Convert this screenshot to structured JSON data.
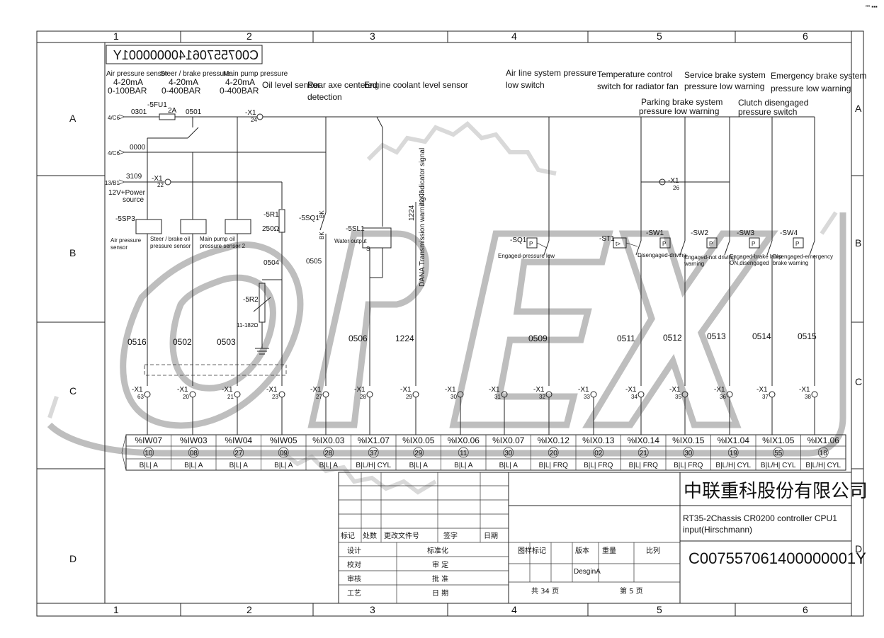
{
  "corner_mark": "ᵒᵒ ▪▪▪",
  "columns": [
    "1",
    "2",
    "3",
    "4",
    "5",
    "6"
  ],
  "rows": [
    "A",
    "B",
    "C",
    "D"
  ],
  "drawing_code_mirrored": "C007557061400000001Y",
  "sensors_top": {
    "air_pressure": "Air pressure sensor",
    "steer_brake": "Steer / brake pressure",
    "main_pump": "Main pump pressure",
    "range_ma_1": "4-20mA",
    "range_ma_2": "4-20mA",
    "range_ma_3": "4-20mA",
    "range_bar_1": "0-100BAR",
    "range_bar_2": "0-400BAR",
    "range_bar_3": "0-400BAR",
    "oil_level": "Oil level sensor",
    "rear_axle_1": "Rear axe centered",
    "rear_axle_2": "detection",
    "coolant": "Engine coolant level sensor",
    "air_line_1": "Air line system pressure",
    "air_line_2": "low switch",
    "temp_1": "Temperature control",
    "temp_2": "switch for radiator fan",
    "service_1": "Service brake system",
    "service_2": "pressure low warning",
    "emergency_1": "Emergency brake system",
    "emergency_2": "pressure low warning",
    "parking_1": "Parking brake system",
    "parking_2": "pressure low warning",
    "clutch_1": "Clutch disengaged",
    "clutch_2": "pressure switch"
  },
  "wires": {
    "w4c6a": "4/C6",
    "w0301": "0301",
    "fu": "-5FU1",
    "fu_rating": "2A",
    "w0501": "0501",
    "x1": "-X1",
    "x1_24": "24",
    "w4c6b": "4/C6",
    "w0000": "0000",
    "w13b": "13/B1",
    "w3109": "3109",
    "x1_22": "22",
    "power_1": "12V+Power",
    "power_2": "source",
    "x1_26": "26"
  },
  "components": {
    "ssp3": "-5SP3",
    "air_sensor_1": "Air pressure",
    "air_sensor_2": "sensor",
    "steer_sensor_1": "Steer / brake oil",
    "steer_sensor_2": "pressure sensor",
    "pump_sensor_1": "Main pump oil",
    "pump_sensor_2": "pressure sensor 2",
    "r1": "-5R1",
    "r1_val": "250Ω",
    "sq1": "-5SQ1",
    "bk1": "BK",
    "bk2": "BK",
    "sl1": "-5SL1",
    "water": "Water output",
    "s_label": "S",
    "w1224": "1224",
    "dana_1": "DANA Transmission warning indicator signal",
    "dana_2": "12/C5",
    "w0504": "0504",
    "w0505": "0505",
    "r2": "-5R2",
    "r2_val": "11-182Ω",
    "sq1b": "-SQ1",
    "engaged_low": "Engaged-pressure low",
    "st1": "-ST1",
    "sw1": "-SW1",
    "sw2": "-SW2",
    "sw3": "-SW3",
    "sw4": "-SW4",
    "sw1_desc": "Disengaged-driving",
    "sw2_desc_1": "Engaged-not driving",
    "sw2_desc_2": "warning",
    "sw3_desc_1": "Engaged-brake lamp",
    "sw3_desc_2": "ON,disengaged",
    "sw4_desc_1": "Disengaged-emergency",
    "sw4_desc_2": "brake warning",
    "p": "P",
    "t": "t>"
  },
  "line_numbers": [
    {
      "id": "ln-0516",
      "text": "0516"
    },
    {
      "id": "ln-0502",
      "text": "0502"
    },
    {
      "id": "ln-0503",
      "text": "0503"
    },
    {
      "id": "ln-0506",
      "text": "0506"
    },
    {
      "id": "ln-1224",
      "text": "1224"
    },
    {
      "id": "ln-0509",
      "text": "0509"
    },
    {
      "id": "ln-0511",
      "text": "0511"
    },
    {
      "id": "ln-0512",
      "text": "0512"
    },
    {
      "id": "ln-0513",
      "text": "0513"
    },
    {
      "id": "ln-0514",
      "text": "0514"
    },
    {
      "id": "ln-0515",
      "text": "0515"
    }
  ],
  "terminals": [
    "63",
    "20",
    "21",
    "23",
    "27",
    "28",
    "29",
    "30",
    "31",
    "32",
    "33",
    "34",
    "35",
    "36",
    "37",
    "38"
  ],
  "io_table": [
    {
      "addr": "%IW07",
      "pin": "10",
      "type": "B|L| A"
    },
    {
      "addr": "%IW03",
      "pin": "08",
      "type": "B|L| A"
    },
    {
      "addr": "%IW04",
      "pin": "27",
      "type": "B|L| A"
    },
    {
      "addr": "%IW05",
      "pin": "09",
      "type": "B|L| A"
    },
    {
      "addr": "%IX0.03",
      "pin": "28",
      "type": "B|L| A"
    },
    {
      "addr": "%IX1.07",
      "pin": "37",
      "type": "B|L/H| CYL"
    },
    {
      "addr": "%IX0.05",
      "pin": "29",
      "type": "B|L| A"
    },
    {
      "addr": "%IX0.06",
      "pin": "11",
      "type": "B|L| A"
    },
    {
      "addr": "%IX0.07",
      "pin": "30",
      "type": "B|L| A"
    },
    {
      "addr": "%IX0.12",
      "pin": "20",
      "type": "B|L| FRQ"
    },
    {
      "addr": "%IX0.13",
      "pin": "02",
      "type": "B|L| FRQ"
    },
    {
      "addr": "%IX0.14",
      "pin": "21",
      "type": "B|L| FRQ"
    },
    {
      "addr": "%IX0.15",
      "pin": "30",
      "type": "B|L| FRQ"
    },
    {
      "addr": "%IX1.04",
      "pin": "19",
      "type": "B|L/H| CYL"
    },
    {
      "addr": "%IX1.05",
      "pin": "55",
      "type": "B|L/H| CYL"
    },
    {
      "addr": "%IX1.06",
      "pin": "18",
      "type": "B|L/H| CYL"
    }
  ],
  "title_block": {
    "company": "中联重科股份有限公司",
    "desc_1": "RT35-2Chassis CR0200 controller CPU1",
    "desc_2": "input(Hirschmann)",
    "code": "C007557061400000001Y",
    "mark": "标记",
    "zone": "处数",
    "change_no": "更改文件号",
    "sign": "签字",
    "date": "日期",
    "design": "设计",
    "standard": "标准化",
    "check": "校对",
    "review": "审 定",
    "audit": "审核",
    "approve": "批 准",
    "process": "工艺",
    "date2": "日 期",
    "pattern_mark": "图样标记",
    "version": "版本",
    "weight": "重量",
    "scale": "比列",
    "design_a": "DesginA",
    "total": "共 34 页",
    "page": "第 5 页"
  },
  "watermark": "OPEX"
}
